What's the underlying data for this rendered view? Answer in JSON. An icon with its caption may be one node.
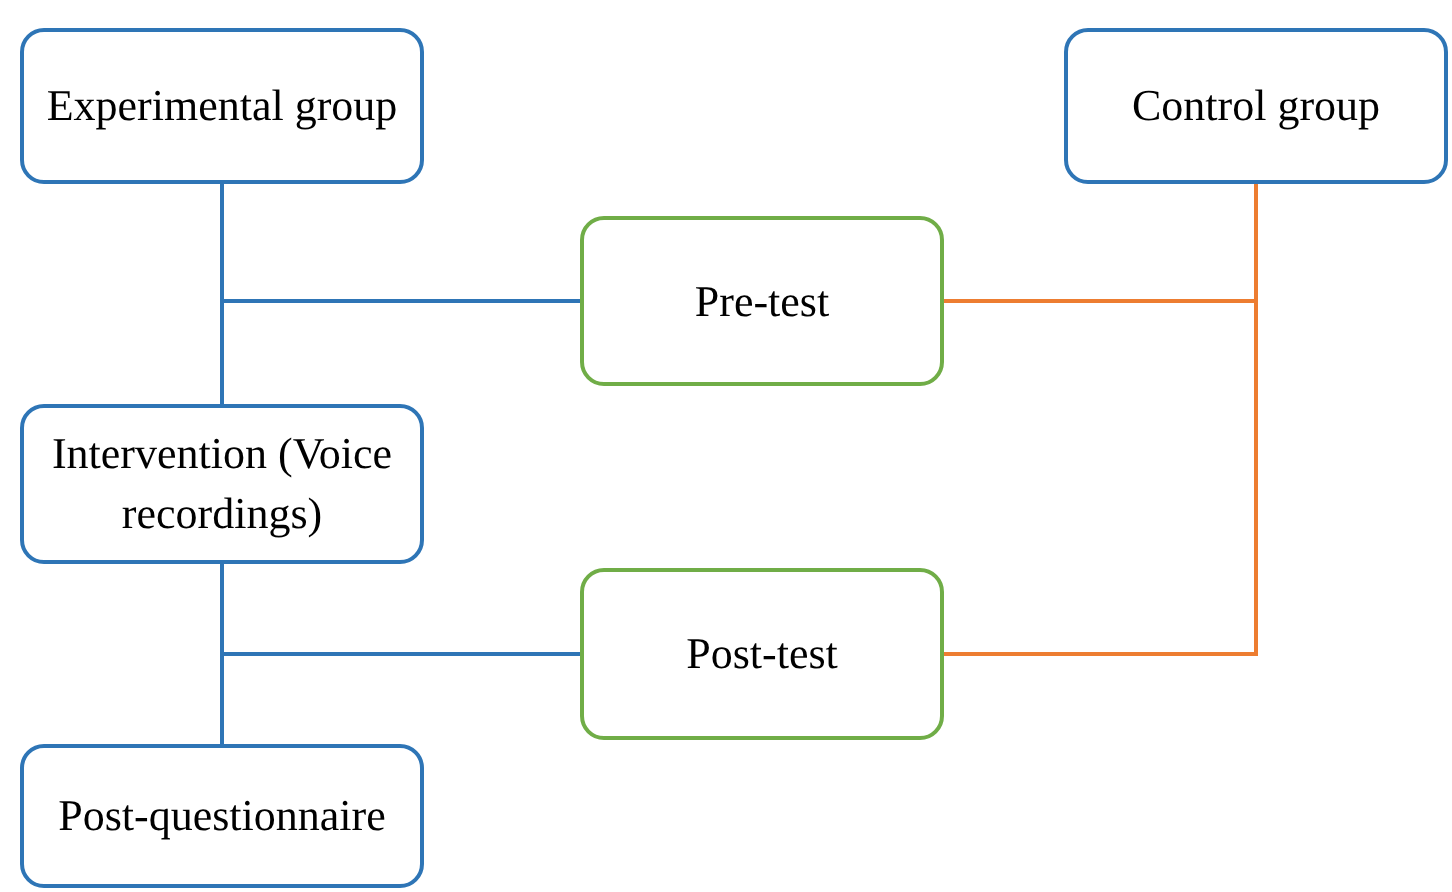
{
  "diagram": {
    "nodes": [
      {
        "text": [
          "Experimental group"
        ]
      },
      {
        "text": [
          "Control group"
        ]
      },
      {
        "text": [
          "Pre-test"
        ]
      },
      {
        "text": [
          "Intervention (Voice recordings)"
        ]
      },
      {
        "text": [
          "Post-test"
        ]
      },
      {
        "text": [
          "Post-questionnaire"
        ]
      }
    ],
    "edges": [
      {
        "from": 0,
        "to": 2,
        "arrow": "none"
      },
      {
        "from": 0,
        "to": 3,
        "arrow": "none"
      },
      {
        "from": 1,
        "to": 2,
        "arrow": "none",
        "color": "#ed7d31"
      },
      {
        "from": 3,
        "to": 4,
        "arrow": "none"
      },
      {
        "from": 1,
        "to": 4,
        "arrow": "none",
        "color": "#ed7d31"
      },
      {
        "from": 3,
        "to": 5,
        "arrow": "none"
      }
    ]
  }
}
